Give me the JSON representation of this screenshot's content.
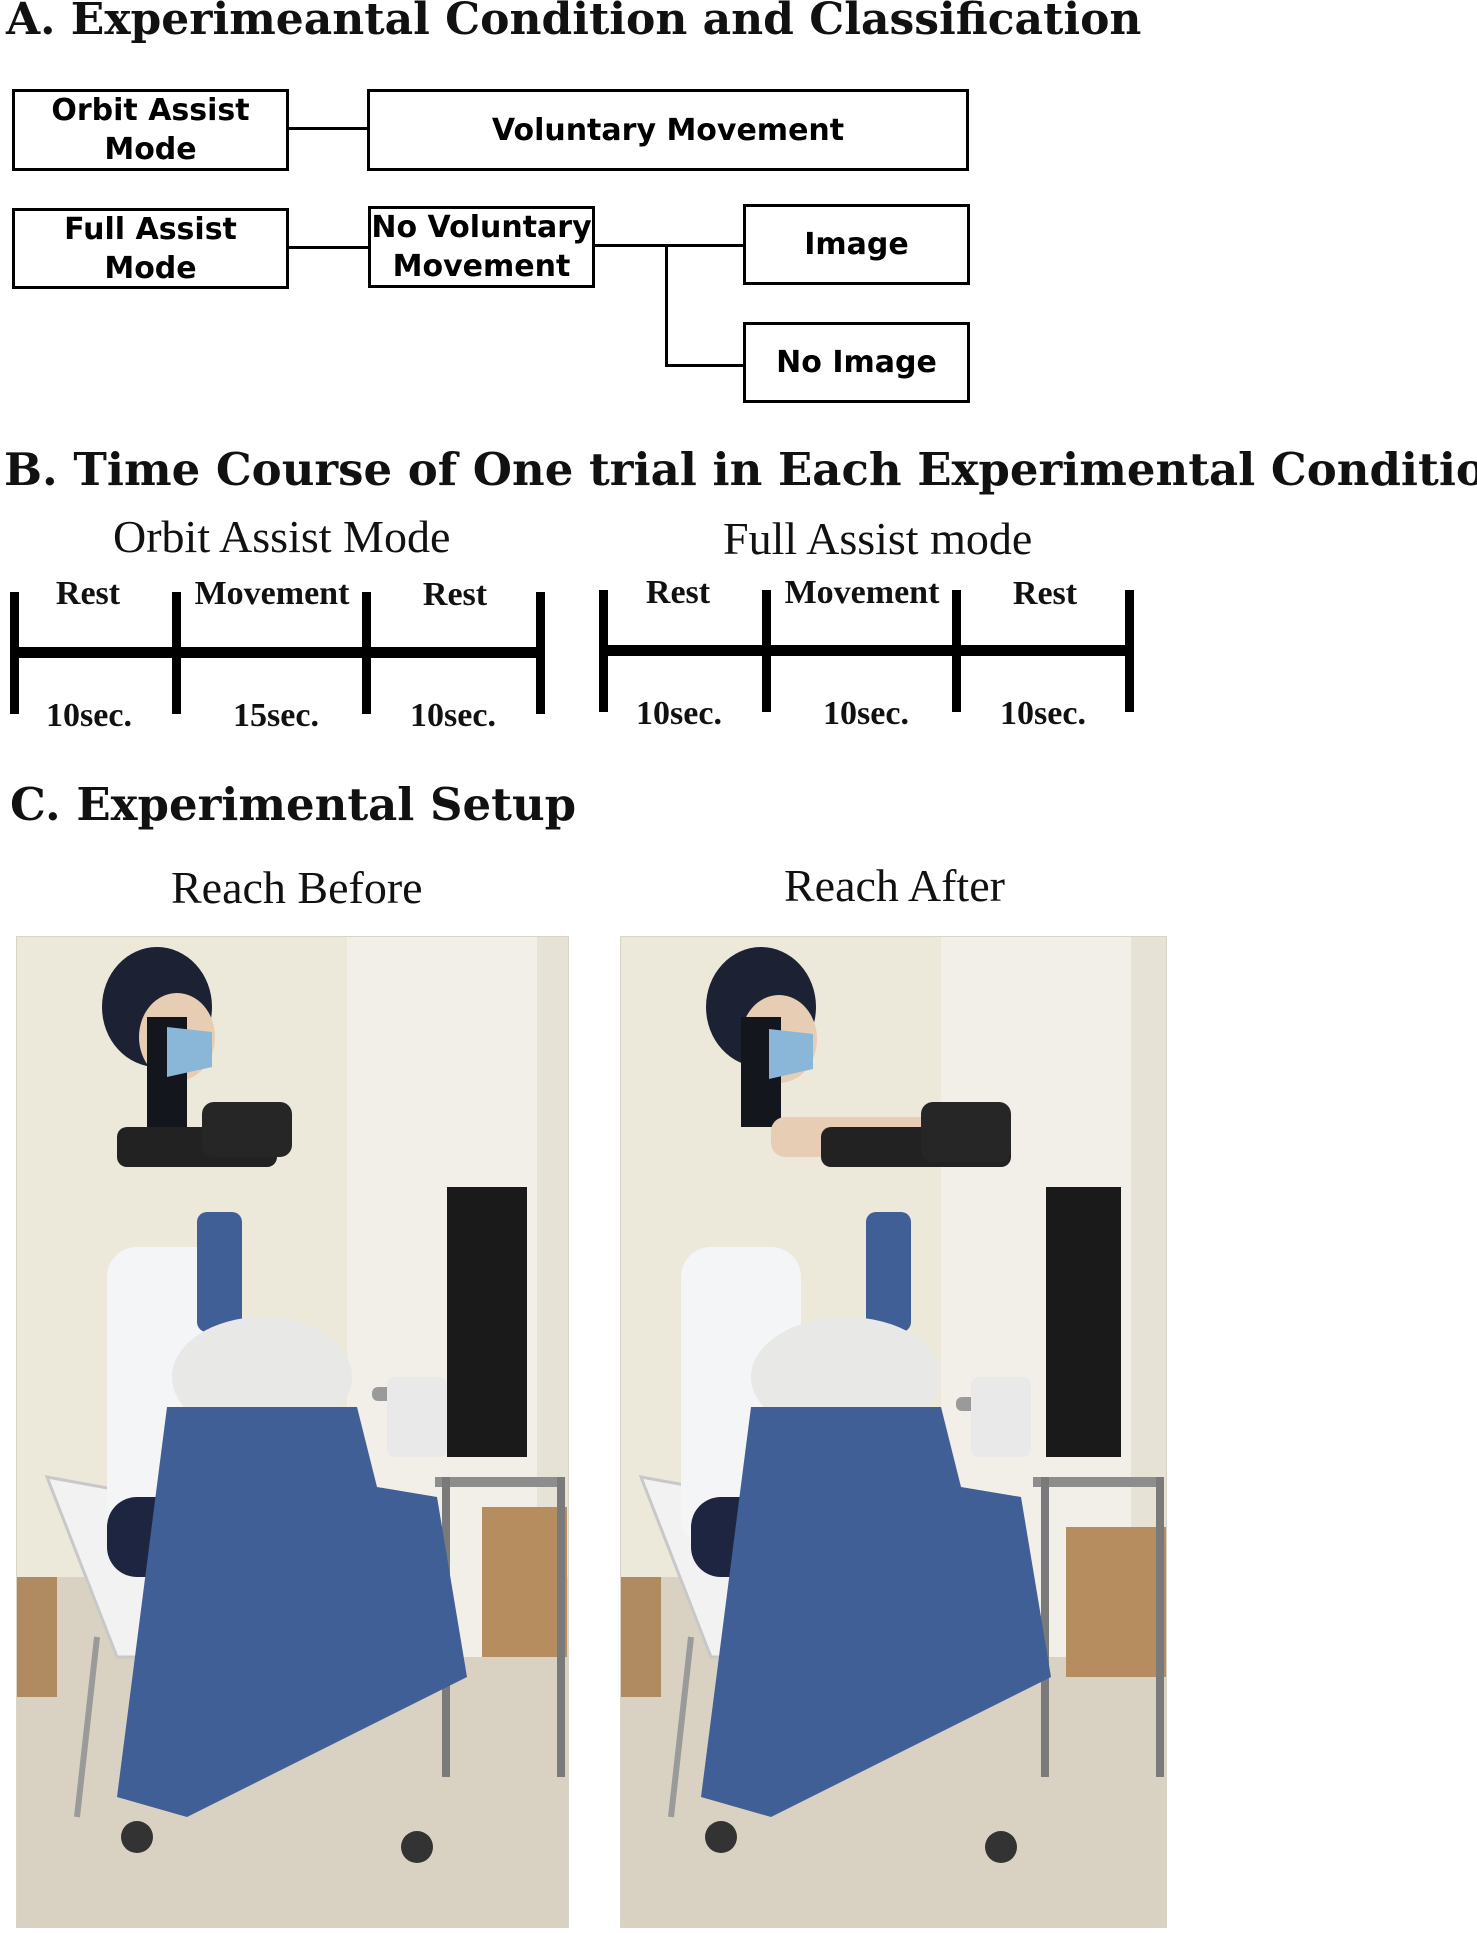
{
  "section_a": {
    "title": "A. Experimeantal Condition and Classification",
    "boxes": {
      "orbit_assist_mode": "Orbit Assist\nMode",
      "voluntary_movement": "Voluntary Movement",
      "full_assist_mode": "Full Assist Mode",
      "no_voluntary_movement": "No Voluntary\nMovement",
      "image": "Image",
      "no_image": "No Image"
    }
  },
  "section_b": {
    "title": "B. Time Course of One trial in Each Experimental Condition",
    "timelines": [
      {
        "title": "Orbit Assist Mode",
        "phases": [
          {
            "label": "Rest",
            "duration": "10sec."
          },
          {
            "label": "Movement",
            "duration": "15sec."
          },
          {
            "label": "Rest",
            "duration": "10sec."
          }
        ]
      },
      {
        "title": "Full Assist mode",
        "phases": [
          {
            "label": "Rest",
            "duration": "10sec."
          },
          {
            "label": "Movement",
            "duration": "10sec."
          },
          {
            "label": "Rest",
            "duration": "10sec."
          }
        ]
      }
    ]
  },
  "section_c": {
    "title": "C. Experimental Setup",
    "photos": [
      {
        "caption": "Reach Before"
      },
      {
        "caption": "Reach After"
      }
    ]
  },
  "colors": {
    "robot_blue": "#3f5f96",
    "dome_white": "#e8e8e6",
    "wall": "#ece8da",
    "floor": "#d9d2c2",
    "door": "#f1efe8",
    "cap": "#1c2233",
    "mask": "#8ab6d8",
    "uniform": "#f4f5f6",
    "navy": "#1e2540"
  }
}
